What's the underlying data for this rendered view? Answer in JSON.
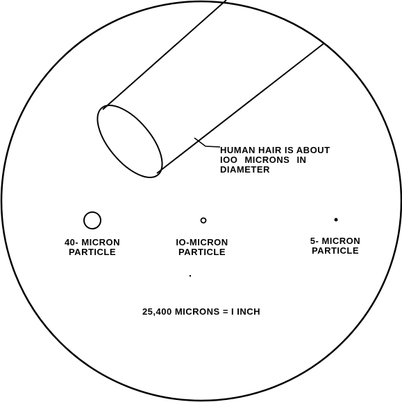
{
  "hair_annotation": {
    "line1": "HUMAN HAIR IS ABOUT",
    "line2": "IOO MICRONS IN",
    "line3": "DIAMETER"
  },
  "particles": [
    {
      "line1": "40- MICRON",
      "line2": "PARTICLE"
    },
    {
      "line1": "IO-MICRON",
      "line2": "PARTICLE"
    },
    {
      "line1": "5- MICRON",
      "line2": "PARTICLE"
    }
  ],
  "scale_note": "25,400 MICRONS = I INCH"
}
